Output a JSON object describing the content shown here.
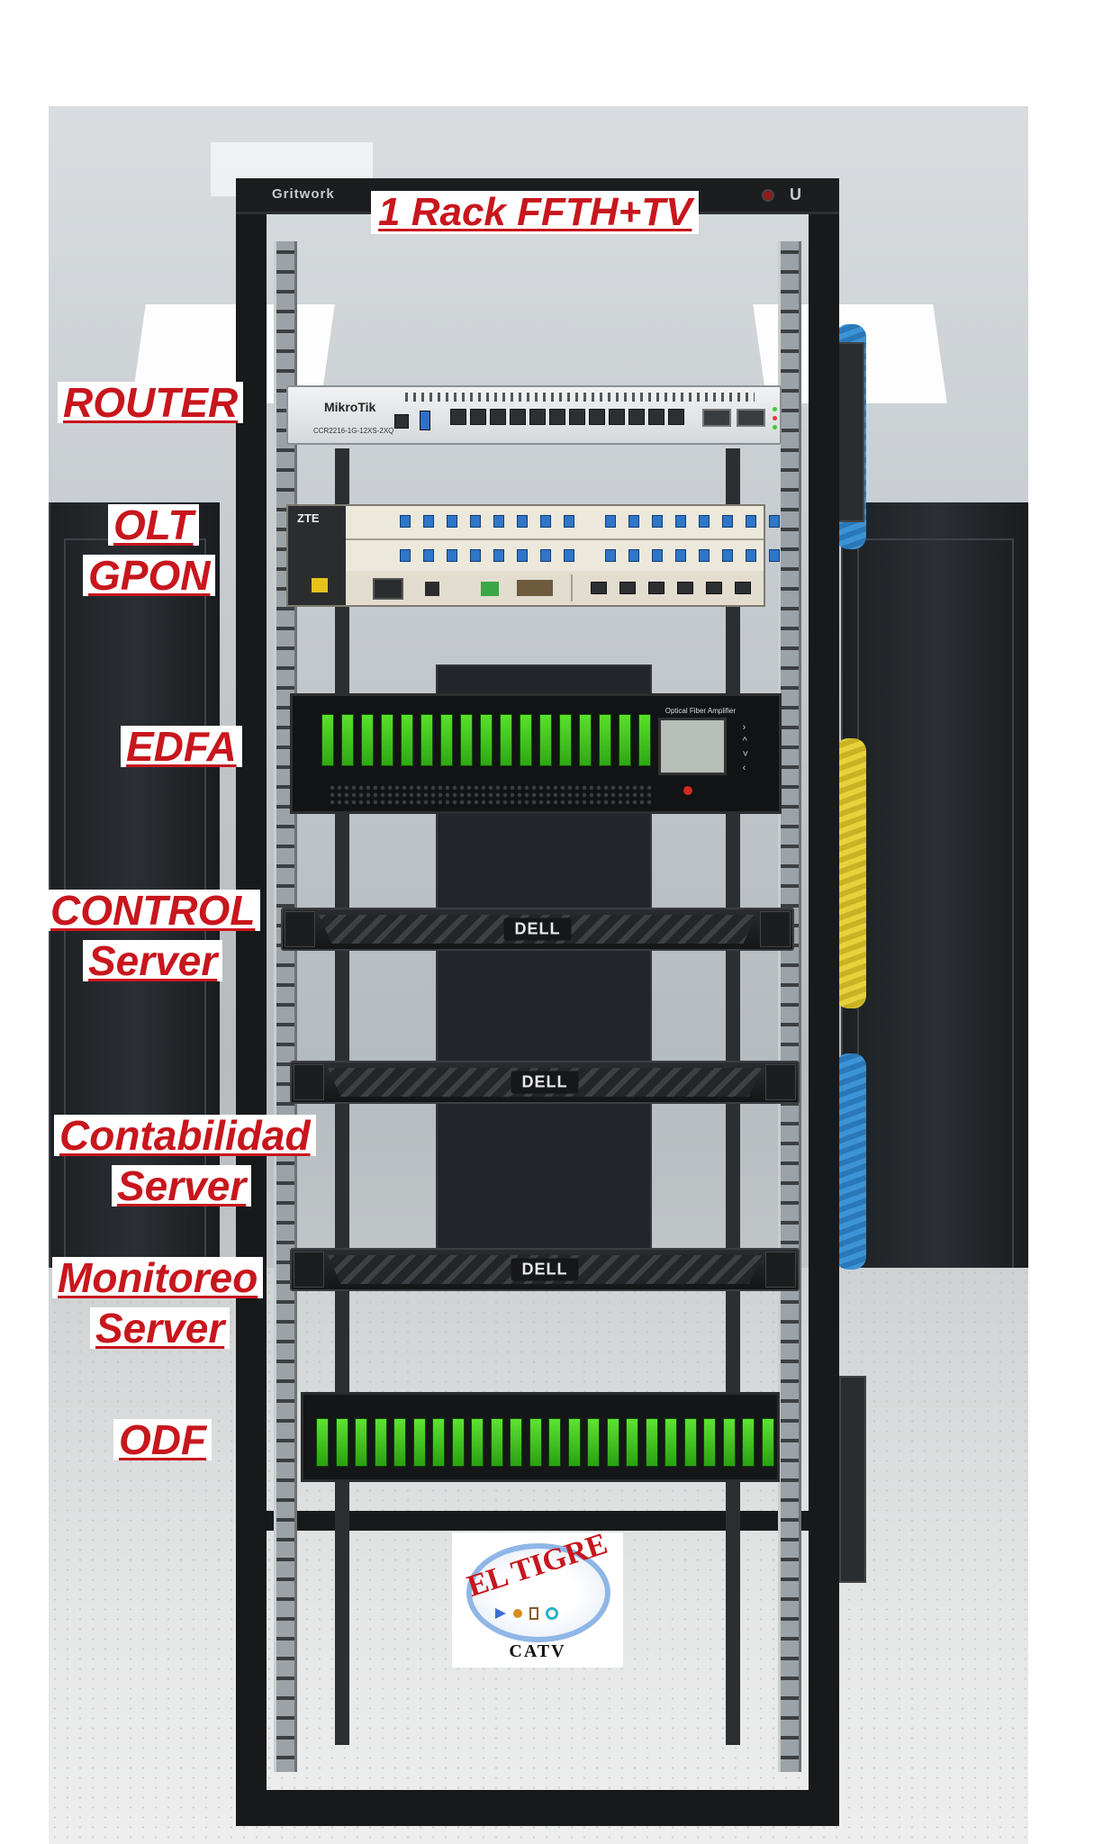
{
  "title": "1 Rack FFTH+TV",
  "rack_brand": "Gritwork",
  "labels": {
    "router": "ROUTER",
    "olt_line1": "OLT",
    "olt_line2": "GPON",
    "edfa": "EDFA",
    "control_line1": "CONTROL",
    "control_line2": "Server",
    "contabilidad_line1": "Contabilidad",
    "contabilidad_line2": "Server",
    "monitoreo_line1": "Monitoreo",
    "monitoreo_line2": "Server",
    "odf": "ODF"
  },
  "devices": {
    "router_brand": "MikroTik",
    "router_model": "CCR2216-1G-12XS-2XQ",
    "olt_brand": "ZTE",
    "edfa_title": "Optical Fiber Amplifier",
    "server_brand": "DELL"
  },
  "logo": {
    "name": "EL TIGRE",
    "subtitle": "CATV"
  },
  "colors": {
    "label_red": "#c8161d",
    "fiber_green": "#4ccf22",
    "cable_blue": "#3c93d6",
    "cable_yellow": "#e6d23a"
  }
}
